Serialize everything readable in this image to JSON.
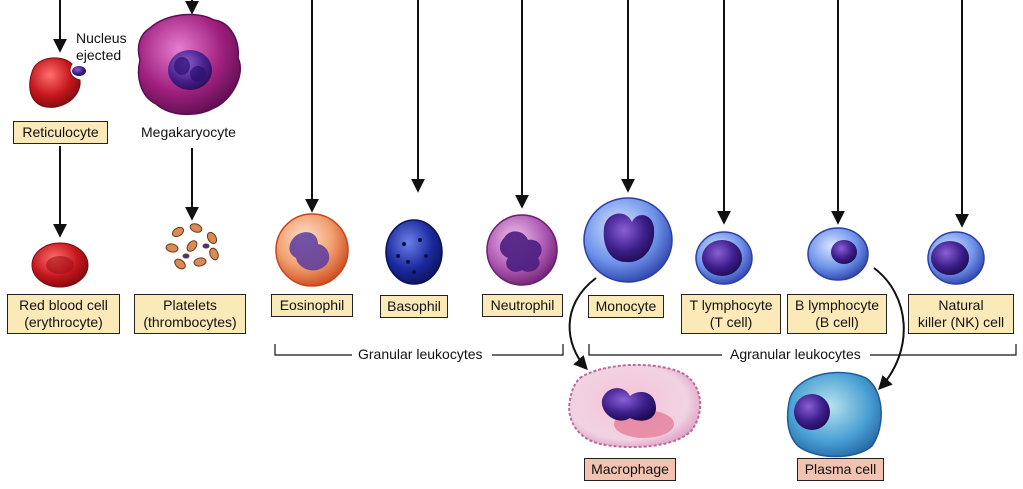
{
  "annotations": {
    "nucleus_ejected_line1": "Nucleus",
    "nucleus_ejected_line2": "ejected",
    "megakaryocyte": "Megakaryocyte"
  },
  "cells": {
    "reticulocyte": "Reticulocyte",
    "rbc_line1": "Red blood cell",
    "rbc_line2": "(erythrocyte)",
    "platelets_line1": "Platelets",
    "platelets_line2": "(thrombocytes)",
    "eosinophil": "Eosinophil",
    "basophil": "Basophil",
    "neutrophil": "Neutrophil",
    "monocyte": "Monocyte",
    "t_line1": "T lymphocyte",
    "t_line2": "(T cell)",
    "b_line1": "B lymphocyte",
    "b_line2": "(B cell)",
    "nk_line1": "Natural",
    "nk_line2": "killer (NK) cell",
    "macrophage": "Macrophage",
    "plasma_cell": "Plasma cell"
  },
  "groups": {
    "granular": "Granular leukocytes",
    "agranular": "Agranular leukocytes"
  },
  "colors": {
    "label_fill": "#fbe9b7",
    "label_fill_pink": "#f3c2b0",
    "rbc": "#c4161c",
    "megakaryocyte": "#a0207f",
    "eosinophil": "#e0642a",
    "basophil": "#1b2a9e",
    "neutrophil": "#8e2c8e",
    "agranular": "#4c6fd9",
    "macrophage": "#f0b8d0",
    "plasma": "#4aa0d4"
  }
}
